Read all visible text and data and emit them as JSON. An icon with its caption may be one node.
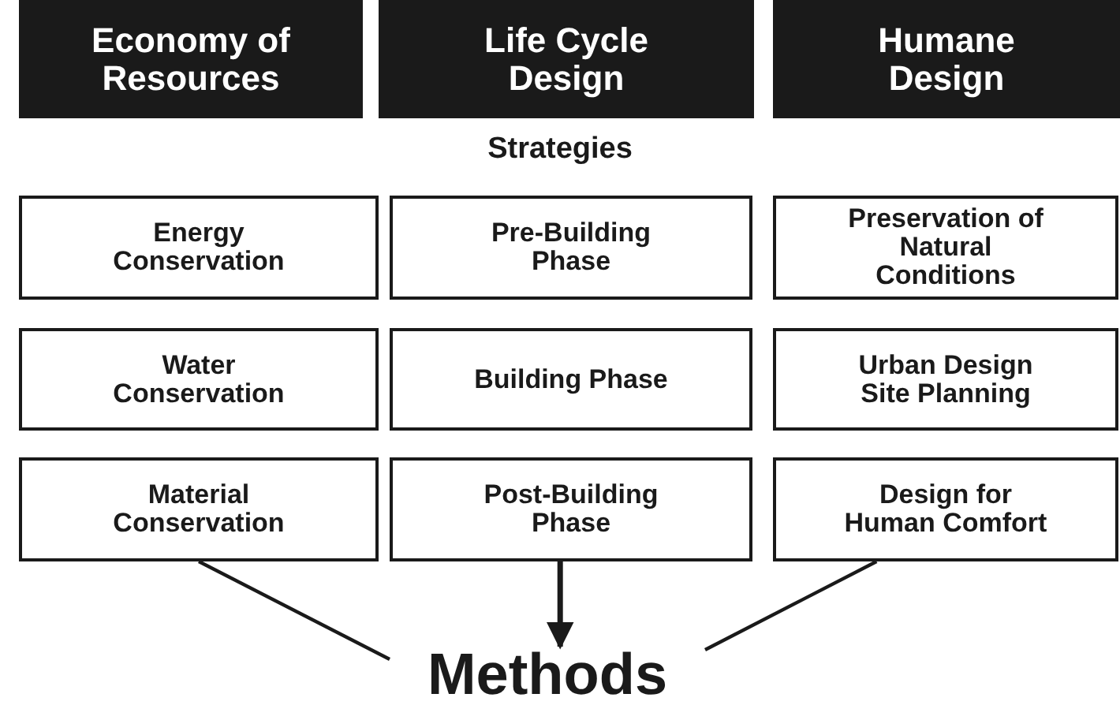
{
  "diagram": {
    "nodes": [
      {
        "text": [
          "Economy of Resources"
        ]
      },
      {
        "text": [
          "Life Cycle Design"
        ]
      },
      {
        "text": [
          "Humane Design"
        ]
      },
      {
        "text": [
          "Energy Conservation"
        ]
      },
      {
        "text": [
          "Pre-Building Phase"
        ]
      },
      {
        "text": [
          "Preservation of Natural Conditions"
        ]
      },
      {
        "text": [
          "Water Conservation"
        ]
      },
      {
        "text": [
          "Building Phase"
        ]
      },
      {
        "text": [
          "Urban Design Site Planning"
        ]
      },
      {
        "text": [
          "Material Conservation"
        ]
      },
      {
        "text": [
          "Post-Building Phase"
        ]
      },
      {
        "text": [
          "Design for Human Comfort"
        ]
      },
      {
        "text": [
          "Methods"
        ]
      }
    ],
    "edges": [
      {
        "from": 9,
        "to": 12,
        "arrow": "none"
      },
      {
        "from": 10,
        "to": 12,
        "arrow": "to"
      },
      {
        "from": 11,
        "to": 12,
        "arrow": "none"
      }
    ],
    "labels": [
      "Strategies"
    ]
  }
}
